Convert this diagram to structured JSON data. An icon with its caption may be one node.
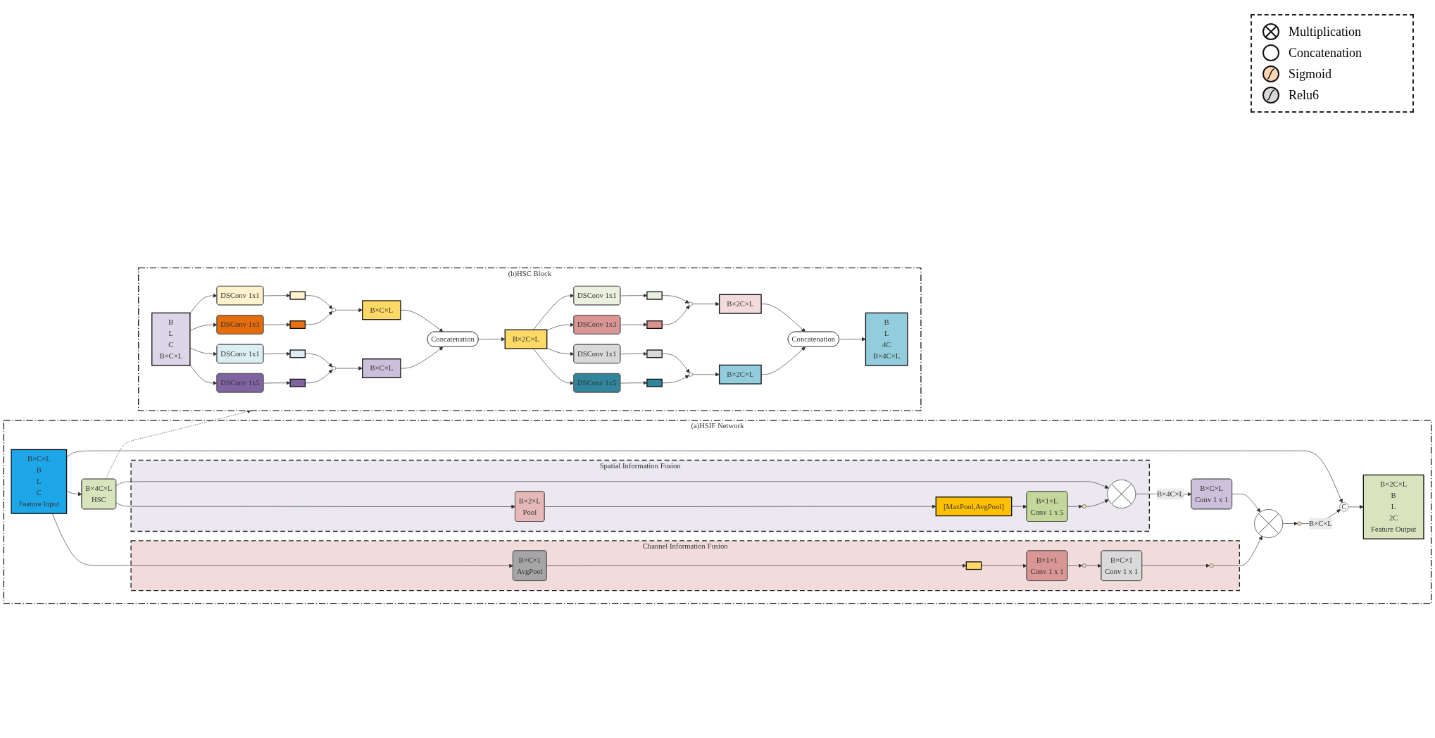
{
  "diagram": {
    "nodes": [
      {
        "text": [
          "(a)HSIF Network"
        ]
      },
      {
        "text": [
          "B×C×L",
          "B",
          "L",
          "C",
          "Feature Input"
        ],
        "in": 0
      },
      {
        "text": [
          "B×4C×L",
          "HSC"
        ],
        "in": 0
      },
      {
        "text": [
          "Spatial Information Fusion"
        ],
        "in": 0
      },
      {
        "text": [
          "B×2×L",
          "Pool"
        ],
        "in": 3
      },
      {
        "text": [
          "[MaxPool,AvgPool]"
        ],
        "in": 3
      },
      {
        "text": [
          "B×1×L",
          "Conv 1 x 5"
        ],
        "in": 3
      },
      {
        "text": [],
        "shape": "circle",
        "in": 3
      },
      {
        "text": [],
        "shape": "circle",
        "in": 3
      },
      {
        "text": [
          "B×C×L",
          "Conv 1 x 1"
        ],
        "in": 0
      },
      {
        "text": [],
        "shape": "circle",
        "in": 0
      },
      {
        "text": [],
        "shape": "circle",
        "in": 0
      },
      {
        "text": [
          "C"
        ],
        "in": 0
      },
      {
        "text": [
          "B×2C×L",
          "B",
          "L",
          "2C",
          "Feature Output"
        ],
        "in": 0
      },
      {
        "text": [
          "Channel Information Fusion"
        ],
        "in": 0
      },
      {
        "text": [
          "B×C×1",
          "AvgPool"
        ],
        "in": 14
      },
      {
        "text": [],
        "shape": "box",
        "in": 14
      },
      {
        "text": [
          "B×1×1",
          "Conv 1 x 1"
        ],
        "in": 14
      },
      {
        "text": [],
        "shape": "circle",
        "in": 14
      },
      {
        "text": [
          "B×C×1",
          "Conv 1 x 1"
        ],
        "in": 14
      },
      {
        "text": [],
        "shape": "circle",
        "in": 14
      },
      {
        "text": [
          "(b)HSC Block"
        ]
      },
      {
        "text": [
          "B",
          "L",
          "C",
          "B×C×L"
        ],
        "in": 21
      },
      {
        "text": [
          "DSConv 1x1"
        ],
        "in": 21
      },
      {
        "text": [
          "DSConv 1x3"
        ],
        "in": 21
      },
      {
        "text": [
          "DSConv 1x1"
        ],
        "in": 21
      },
      {
        "text": [
          "DSConv 1x5"
        ],
        "in": 21
      },
      {
        "text": [],
        "shape": "box",
        "in": 21
      },
      {
        "text": [],
        "shape": "box",
        "in": 21
      },
      {
        "text": [],
        "shape": "box",
        "in": 21
      },
      {
        "text": [],
        "shape": "box",
        "in": 21
      },
      {
        "text": [],
        "shape": "circle",
        "in": 21
      },
      {
        "text": [],
        "shape": "circle",
        "in": 21
      },
      {
        "text": [
          "B×C×L"
        ],
        "in": 21
      },
      {
        "text": [
          "B×C×L"
        ],
        "in": 21
      },
      {
        "text": [
          "Concatenation"
        ],
        "in": 21
      },
      {
        "text": [
          "B×2C×L"
        ],
        "in": 21
      },
      {
        "text": [
          "DSConv 1x1"
        ],
        "in": 21
      },
      {
        "text": [
          "DSConv 1x3"
        ],
        "in": 21
      },
      {
        "text": [
          "DSConv 1x1"
        ],
        "in": 21
      },
      {
        "text": [
          "DSConv 1x5"
        ],
        "in": 21
      },
      {
        "text": [],
        "shape": "box",
        "in": 21
      },
      {
        "text": [],
        "shape": "box",
        "in": 21
      },
      {
        "text": [],
        "shape": "box",
        "in": 21
      },
      {
        "text": [],
        "shape": "box",
        "in": 21
      },
      {
        "text": [],
        "shape": "circle",
        "in": 21
      },
      {
        "text": [],
        "shape": "circle",
        "in": 21
      },
      {
        "text": [
          "B×2C×L"
        ],
        "in": 21
      },
      {
        "text": [
          "B×2C×L"
        ],
        "in": 21
      },
      {
        "text": [
          "Concatenation"
        ],
        "in": 21
      },
      {
        "text": [
          "B",
          "L",
          "4C",
          "B×4C×L"
        ],
        "in": 21
      }
    ],
    "edges": [
      {
        "from": 1,
        "to": 2,
        "arrow": "to"
      },
      {
        "from": 1,
        "to": 12,
        "arrow": "to"
      },
      {
        "from": 1,
        "to": 15,
        "arrow": "to"
      },
      {
        "from": 2,
        "to": 4,
        "arrow": "to"
      },
      {
        "from": 2,
        "to": 8,
        "arrow": "to"
      },
      {
        "from": 4,
        "to": 5,
        "arrow": "to"
      },
      {
        "from": 5,
        "to": 6,
        "arrow": "to"
      },
      {
        "from": 6,
        "to": 7,
        "arrow": "to"
      },
      {
        "from": 7,
        "to": 8,
        "arrow": "to"
      },
      {
        "from": 8,
        "to": 9,
        "arrow": "to",
        "label": "B×4C×L"
      },
      {
        "from": 9,
        "to": 10,
        "arrow": "to"
      },
      {
        "from": 10,
        "to": 11,
        "arrow": "to"
      },
      {
        "from": 11,
        "to": 12,
        "arrow": "to",
        "label": "B×C×L"
      },
      {
        "from": 12,
        "to": 13,
        "arrow": "to"
      },
      {
        "from": 15,
        "to": 16,
        "arrow": "to"
      },
      {
        "from": 16,
        "to": 17,
        "arrow": "to"
      },
      {
        "from": 17,
        "to": 18,
        "arrow": "to"
      },
      {
        "from": 18,
        "to": 19,
        "arrow": "to"
      },
      {
        "from": 19,
        "to": 20,
        "arrow": "to"
      },
      {
        "from": 20,
        "to": 10,
        "arrow": "to"
      },
      {
        "from": 2,
        "to": 21,
        "arrow": "to",
        "style": "dashed"
      },
      {
        "from": 22,
        "to": 23,
        "arrow": "to"
      },
      {
        "from": 22,
        "to": 24,
        "arrow": "to"
      },
      {
        "from": 22,
        "to": 25,
        "arrow": "to"
      },
      {
        "from": 22,
        "to": 26,
        "arrow": "to"
      },
      {
        "from": 23,
        "to": 27,
        "arrow": "to"
      },
      {
        "from": 24,
        "to": 28,
        "arrow": "to"
      },
      {
        "from": 25,
        "to": 29,
        "arrow": "to"
      },
      {
        "from": 26,
        "to": 30,
        "arrow": "to"
      },
      {
        "from": 27,
        "to": 31,
        "arrow": "to"
      },
      {
        "from": 28,
        "to": 31,
        "arrow": "to"
      },
      {
        "from": 29,
        "to": 32,
        "arrow": "to"
      },
      {
        "from": 30,
        "to": 32,
        "arrow": "to"
      },
      {
        "from": 31,
        "to": 33,
        "arrow": "to"
      },
      {
        "from": 32,
        "to": 34,
        "arrow": "to"
      },
      {
        "from": 33,
        "to": 35,
        "arrow": "to"
      },
      {
        "from": 34,
        "to": 35,
        "arrow": "to"
      },
      {
        "from": 35,
        "to": 36,
        "arrow": "to"
      },
      {
        "from": 36,
        "to": 37,
        "arrow": "to"
      },
      {
        "from": 36,
        "to": 38,
        "arrow": "to"
      },
      {
        "from": 36,
        "to": 39,
        "arrow": "to"
      },
      {
        "from": 36,
        "to": 40,
        "arrow": "to"
      },
      {
        "from": 37,
        "to": 41,
        "arrow": "to"
      },
      {
        "from": 38,
        "to": 42,
        "arrow": "to"
      },
      {
        "from": 39,
        "to": 43,
        "arrow": "to"
      },
      {
        "from": 40,
        "to": 44,
        "arrow": "to"
      },
      {
        "from": 41,
        "to": 45,
        "arrow": "to"
      },
      {
        "from": 42,
        "to": 45,
        "arrow": "to"
      },
      {
        "from": 43,
        "to": 46,
        "arrow": "to"
      },
      {
        "from": 44,
        "to": 46,
        "arrow": "to"
      },
      {
        "from": 45,
        "to": 47,
        "arrow": "to"
      },
      {
        "from": 46,
        "to": 48,
        "arrow": "to"
      },
      {
        "from": 47,
        "to": 49,
        "arrow": "to"
      },
      {
        "from": 48,
        "to": 49,
        "arrow": "to"
      },
      {
        "from": 49,
        "to": 50,
        "arrow": "to"
      }
    ],
    "legend": [
      {
        "text": "Multiplication"
      },
      {
        "text": "Concatenation"
      },
      {
        "text": "Sigmoid"
      },
      {
        "text": "Relu6"
      }
    ]
  }
}
